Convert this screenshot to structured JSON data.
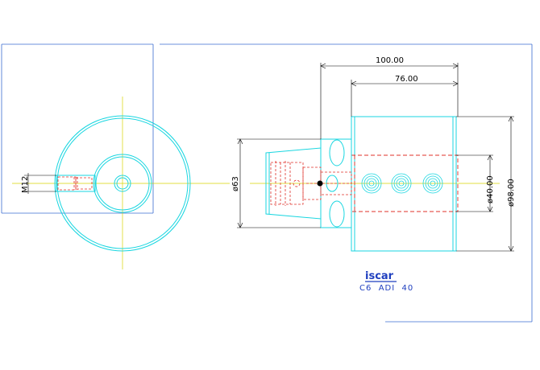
{
  "colors": {
    "outline": "#19d6e0",
    "center": "#d8d400",
    "hidden": "#e0302a",
    "dimension": "#000000",
    "frame": "#3a6bd0",
    "brand": "#1f3fbf"
  },
  "dimensions": {
    "overall_length": "100.00",
    "body_length": "76.00",
    "collet_diameter": "ø63",
    "thread_size": "M12",
    "bore_diameter": "ø40.00",
    "body_diameter": "ø98.00"
  },
  "title_block": {
    "logo_text": "iscar",
    "part_code": "C6  ADI  40"
  }
}
